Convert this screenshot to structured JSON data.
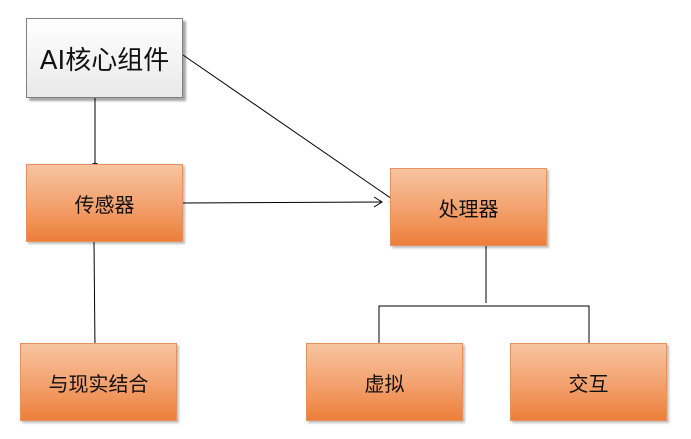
{
  "diagram": {
    "nodes": {
      "root": {
        "label": "AI核心组件"
      },
      "sensor": {
        "label": "传感器"
      },
      "processor": {
        "label": "处理器"
      },
      "reality": {
        "label": "与现实结合"
      },
      "virtual": {
        "label": "虚拟"
      },
      "interact": {
        "label": "交互"
      }
    },
    "colors": {
      "node_fill_top": "#f7c4a0",
      "node_fill_bottom": "#ec7f3a",
      "connector": "#000000",
      "endpoint_dot": "#1a1aa8"
    }
  }
}
